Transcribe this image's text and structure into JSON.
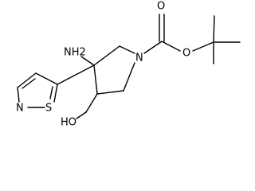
{
  "molecule": {
    "atoms": {
      "amino": "NH2",
      "ring_nitrogen": "N",
      "carbonyl_oxygen": "O",
      "ester_oxygen": "O",
      "isothiazole_nitrogen": "N",
      "isothiazole_sulfur": "S",
      "hydroxyl": "HO"
    }
  }
}
